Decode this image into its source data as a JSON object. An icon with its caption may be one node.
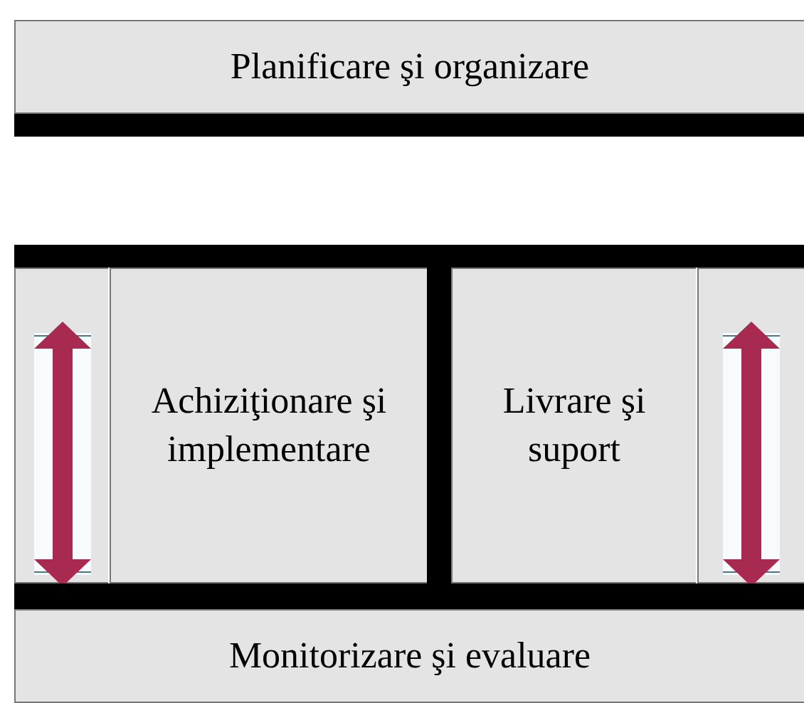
{
  "diagram": {
    "nodes": [
      {
        "text": [
          "Planificare şi organizare"
        ]
      },
      {
        "text": [],
        "shape": "bar"
      },
      {
        "text": [],
        "shape": "bar"
      },
      {
        "text": [],
        "shape": "box"
      },
      {
        "text": [
          "Achiziţionare şi implementare"
        ]
      },
      {
        "text": [],
        "shape": "bar"
      },
      {
        "text": [
          "Livrare şi suport"
        ]
      },
      {
        "text": [],
        "shape": "box"
      },
      {
        "text": [],
        "shape": "bar"
      },
      {
        "text": [
          "Monitorizare şi evaluare"
        ]
      }
    ]
  }
}
